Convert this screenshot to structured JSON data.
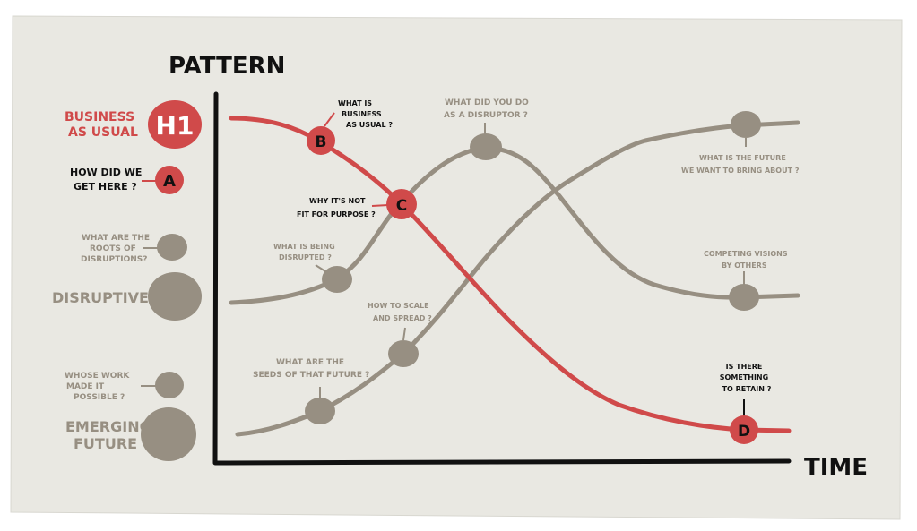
{
  "axes": {
    "y_label": "Pattern",
    "x_label": "Time"
  },
  "legend": {
    "h1": {
      "title_lines": [
        "Business",
        "as usual"
      ],
      "badge": "H1"
    },
    "a": {
      "question_lines": [
        "How did we",
        "get here ?"
      ],
      "badge": "A"
    },
    "roots": {
      "question_lines": [
        "What are the",
        "roots of",
        "disruptions?"
      ]
    },
    "disruptive": {
      "title": "Disruptive"
    },
    "whose": {
      "question_lines": [
        "Whose work",
        "made it",
        "possible ?"
      ]
    },
    "emerging": {
      "title_lines": [
        "Emerging",
        "future"
      ]
    }
  },
  "points": {
    "b": {
      "badge": "B",
      "question_lines": [
        "What is",
        "business",
        "as usual ?"
      ]
    },
    "c": {
      "badge": "C",
      "question_lines": [
        "Why it's not",
        "fit for purpose ?"
      ]
    },
    "d": {
      "badge": "D",
      "question_lines": [
        "Is there",
        "something",
        "to retain ?"
      ]
    },
    "disruptor": {
      "question_lines": [
        "What did you do",
        "as a disruptor ?"
      ]
    },
    "being_disrupted": {
      "question_lines": [
        "What is being",
        "disrupted ?"
      ]
    },
    "scale": {
      "question_lines": [
        "How to scale",
        "and spread ?"
      ]
    },
    "seeds": {
      "question_lines": [
        "What are the",
        "seeds of that future ?"
      ]
    },
    "future": {
      "question_lines": [
        "What is the future",
        "we want to bring about ?"
      ]
    },
    "competing": {
      "question_lines": [
        "Competing visions",
        "by others"
      ]
    }
  },
  "colors": {
    "red": "#d04a4a",
    "gray": "#978f82",
    "paper": "#e9e8e2",
    "ink": "#111111"
  }
}
